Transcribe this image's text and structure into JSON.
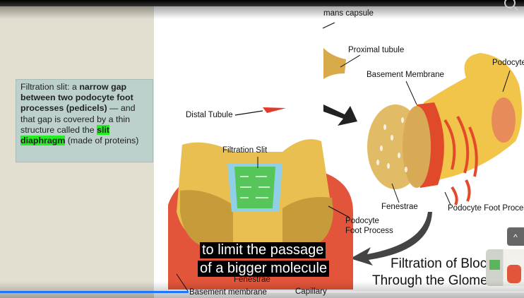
{
  "info_box": {
    "p1": "Filtration slit: a ",
    "b1": "narrow gap between two podocyte foot processes (pedicels)",
    "p2": " — and that gap is covered by a thin structure called the ",
    "h1": "slit diaphragm",
    "p3": " (made of proteins)"
  },
  "labels": {
    "bowmans_capsule": "mans capsule",
    "proximal_tubule": "Proximal tubule",
    "basement_membrane_top": "Basement Membrane",
    "podocyte": "Podocyte",
    "distal_tubule": "Distal Tubule",
    "filtration_slit": "Filtration Slit",
    "fenestrae_right": "Fenestrae",
    "podocyte_foot_process_right": "Podocyte Foot Proces",
    "podocyte_foot_process_left": "Podocyte\nFoot Process",
    "fenestrae_bottom": "Fenestrae",
    "basement_membrane_bottom": "Basement membrane",
    "capillary": "Capillary"
  },
  "title_lines": [
    "Filtration of Bloc",
    "Through the Glome"
  ],
  "captions": [
    "to limit the passage",
    "of a bigger molecule"
  ],
  "player": {
    "progress_percent": 36,
    "accent": "#2176ff",
    "icons": [
      "search-icon",
      "chevron-up-icon"
    ]
  }
}
